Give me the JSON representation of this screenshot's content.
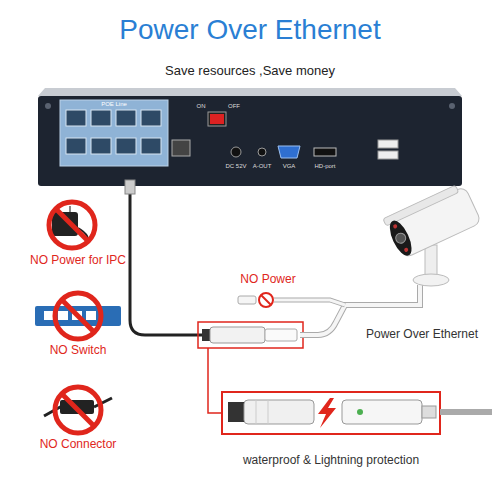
{
  "diagram": {
    "title": "Power Over Ethernet",
    "labels": [
      "Save resources ,Save money",
      "POE Line",
      "ON",
      "OFF",
      "DC 52V",
      "A-OUT",
      "VGA",
      "HD-port",
      "NO Power for IPC",
      "NO Switch",
      "NO Connector",
      "NO Power",
      "Power Over Ethernet",
      "waterproof & Lightning protection"
    ]
  }
}
